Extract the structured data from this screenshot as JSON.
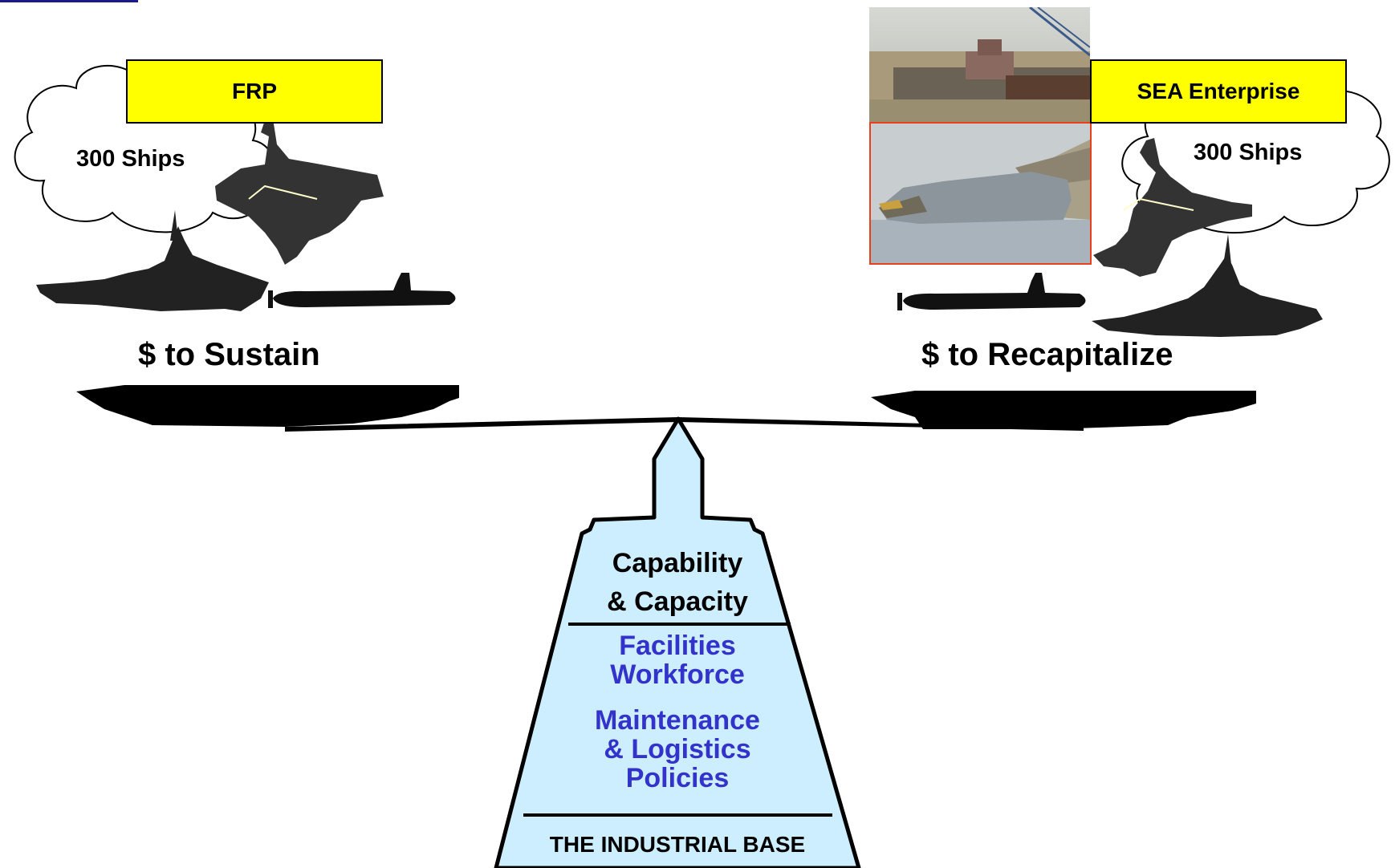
{
  "left": {
    "box_label": "FRP",
    "cloud_label": "300 Ships",
    "pan_label": "$ to Sustain"
  },
  "right": {
    "box_label": "SEA Enterprise",
    "cloud_label": "300 Ships",
    "pan_label": "$ to Recapitalize"
  },
  "fulcrum": {
    "capability_line1": "Capability",
    "capability_line2": "& Capacity",
    "facilities": "Facilities",
    "workforce": "Workforce",
    "maintenance": "Maintenance",
    "logistics": "& Logistics",
    "policies": "Policies",
    "base_label": "THE INDUSTRIAL BASE"
  },
  "colors": {
    "label_box": "#ffff00",
    "fulcrum_fill": "#cceeff",
    "blue_text": "#3333cc",
    "photo_border": "#e8401c"
  }
}
